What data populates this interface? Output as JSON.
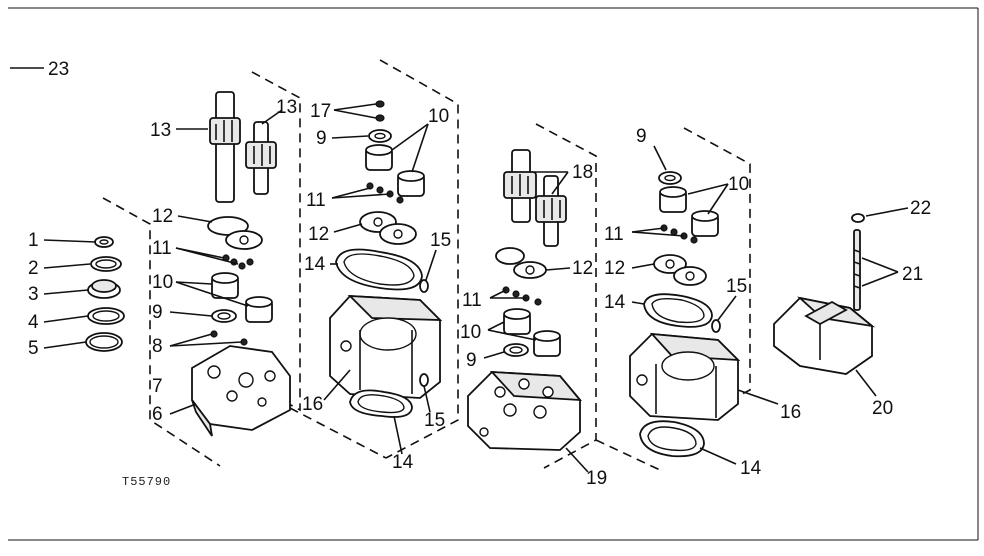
{
  "diagram": {
    "reference_code": "T55790",
    "callouts": [
      {
        "id": "c23a",
        "text": "23"
      },
      {
        "id": "c13a",
        "text": "13"
      },
      {
        "id": "c13b",
        "text": "13"
      },
      {
        "id": "c12a",
        "text": "12"
      },
      {
        "id": "c11a",
        "text": "11"
      },
      {
        "id": "c10a",
        "text": "10"
      },
      {
        "id": "c9a",
        "text": "9"
      },
      {
        "id": "c8a",
        "text": "8"
      },
      {
        "id": "c7a",
        "text": "7"
      },
      {
        "id": "c6a",
        "text": "6"
      },
      {
        "id": "c1",
        "text": "1"
      },
      {
        "id": "c2",
        "text": "2"
      },
      {
        "id": "c3",
        "text": "3"
      },
      {
        "id": "c4",
        "text": "4"
      },
      {
        "id": "c5",
        "text": "5"
      },
      {
        "id": "c17",
        "text": "17"
      },
      {
        "id": "c9b",
        "text": "9"
      },
      {
        "id": "c10b",
        "text": "10"
      },
      {
        "id": "c11b",
        "text": "11"
      },
      {
        "id": "c12b",
        "text": "12"
      },
      {
        "id": "c14a",
        "text": "14"
      },
      {
        "id": "c15a",
        "text": "15"
      },
      {
        "id": "c16a",
        "text": "16"
      },
      {
        "id": "c15b",
        "text": "15"
      },
      {
        "id": "c14b",
        "text": "14"
      },
      {
        "id": "c18",
        "text": "18"
      },
      {
        "id": "c12c",
        "text": "12"
      },
      {
        "id": "c11c",
        "text": "11"
      },
      {
        "id": "c10c",
        "text": "10"
      },
      {
        "id": "c9c",
        "text": "9"
      },
      {
        "id": "c19",
        "text": "19"
      },
      {
        "id": "c9d",
        "text": "9"
      },
      {
        "id": "c10d",
        "text": "10"
      },
      {
        "id": "c11d",
        "text": "11"
      },
      {
        "id": "c12d",
        "text": "12"
      },
      {
        "id": "c14c",
        "text": "14"
      },
      {
        "id": "c15c",
        "text": "15"
      },
      {
        "id": "c16b",
        "text": "16"
      },
      {
        "id": "c14d",
        "text": "14"
      },
      {
        "id": "c22",
        "text": "22"
      },
      {
        "id": "c21",
        "text": "21"
      },
      {
        "id": "c20",
        "text": "20"
      }
    ]
  }
}
